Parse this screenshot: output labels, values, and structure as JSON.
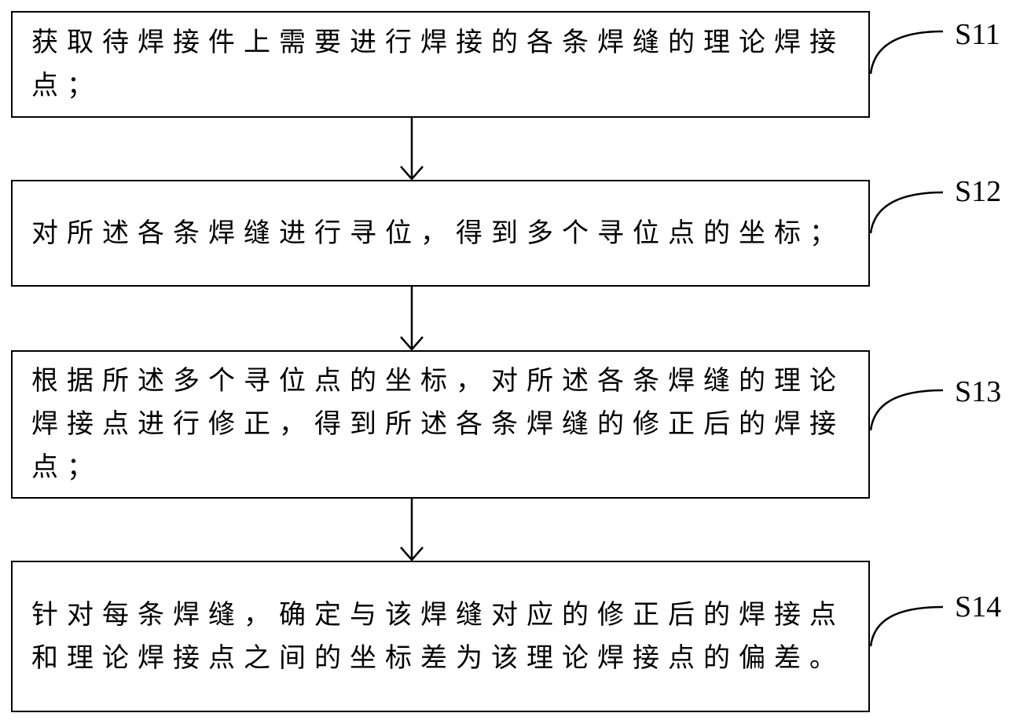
{
  "steps": [
    {
      "id": "S11",
      "label": "S11",
      "text": "获取待焊接件上需要进行焊接的各条焊缝的理论焊接点；"
    },
    {
      "id": "S12",
      "label": "S12",
      "text": "对所述各条焊缝进行寻位，得到多个寻位点的坐标；"
    },
    {
      "id": "S13",
      "label": "S13",
      "text": "根据所述多个寻位点的坐标，对所述各条焊缝的理论焊接点进行修正，得到所述各条焊缝的修正后的焊接点；"
    },
    {
      "id": "S14",
      "label": "S14",
      "text": "针对每条焊缝，确定与该焊缝对应的修正后的焊接点和理论焊接点之间的坐标差为该理论焊接点的偏差。"
    }
  ]
}
